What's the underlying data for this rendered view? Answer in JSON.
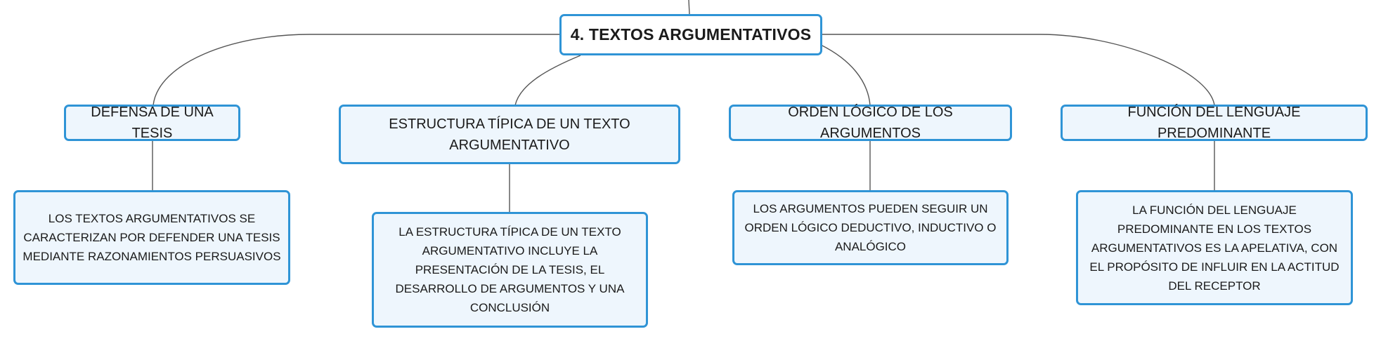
{
  "root": {
    "title": "4. TEXTOS ARGUMENTATIVOS"
  },
  "topics": [
    {
      "title": "DEFENSA DE UNA TESIS",
      "detail": "LOS TEXTOS ARGUMENTATIVOS SE CARACTERIZAN POR DEFENDER UNA TESIS MEDIANTE RAZONAMIENTOS PERSUASIVOS"
    },
    {
      "title": "ESTRUCTURA TÍPICA DE UN TEXTO ARGUMENTATIVO",
      "detail": "LA ESTRUCTURA TÍPICA DE UN TEXTO ARGUMENTATIVO INCLUYE LA PRESENTACIÓN DE LA TESIS, EL DESARROLLO DE ARGUMENTOS Y UNA CONCLUSIÓN"
    },
    {
      "title": "ORDEN LÓGICO DE LOS ARGUMENTOS",
      "detail": "LOS ARGUMENTOS PUEDEN SEGUIR UN ORDEN LÓGICO DEDUCTIVO, INDUCTIVO O ANALÓGICO"
    },
    {
      "title": "FUNCIÓN DEL LENGUAJE PREDOMINANTE",
      "detail": "LA FUNCIÓN DEL LENGUAJE PREDOMINANTE EN LOS TEXTOS ARGUMENTATIVOS ES LA APELATIVA, CON EL PROPÓSITO DE INFLUIR EN LA ACTITUD DEL RECEPTOR"
    }
  ],
  "colors": {
    "border": "#2f94d6",
    "fill": "#eef6fd",
    "connector": "#555555"
  }
}
